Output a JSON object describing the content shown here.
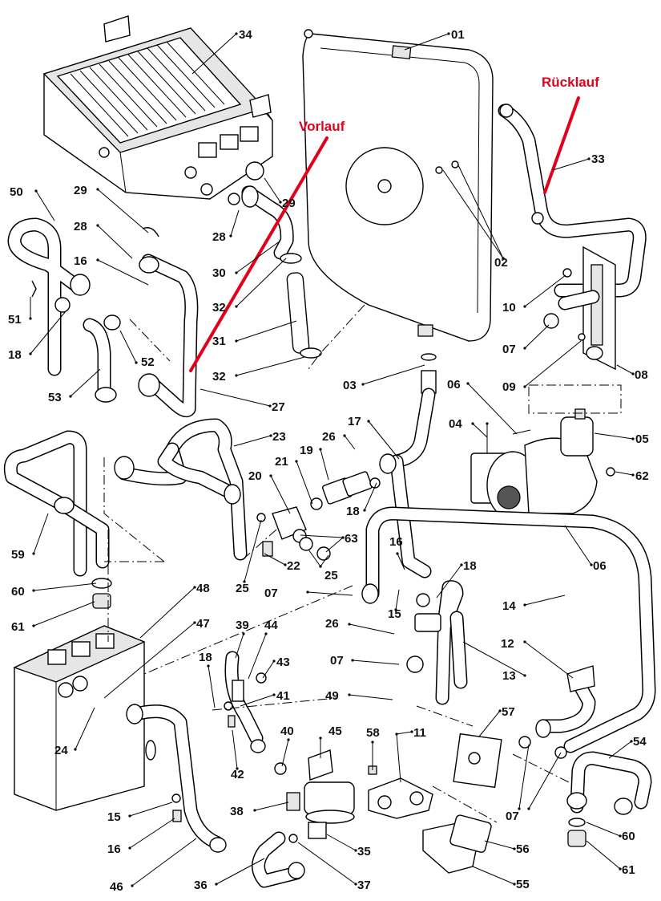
{
  "annotations": {
    "vorlauf": "Vorlauf",
    "ruecklauf": "Rücklauf",
    "annotation_color": "#e3001b"
  },
  "part_labels": {
    "p01": "01",
    "p02": "02",
    "p03": "03",
    "p04": "04",
    "p05": "05",
    "p06a": "06",
    "p06b": "06",
    "p07a": "07",
    "p07b": "07",
    "p07c": "07",
    "p07d": "07",
    "p08": "08",
    "p09": "09",
    "p10": "10",
    "p11": "11",
    "p12": "12",
    "p13": "13",
    "p14": "14",
    "p15a": "15",
    "p15b": "15",
    "p16a": "16",
    "p16b": "16",
    "p16c": "16",
    "p17": "17",
    "p18a": "18",
    "p18b": "18",
    "p18c": "18",
    "p18d": "18",
    "p19": "19",
    "p20": "20",
    "p21": "21",
    "p22": "22",
    "p23": "23",
    "p24": "24",
    "p25a": "25",
    "p25b": "25",
    "p26a": "26",
    "p26b": "26",
    "p27": "27",
    "p28a": "28",
    "p28b": "28",
    "p29a": "29",
    "p29b": "29",
    "p30": "30",
    "p31": "31",
    "p32a": "32",
    "p32b": "32",
    "p33": "33",
    "p34": "34",
    "p35": "35",
    "p36": "36",
    "p37": "37",
    "p38": "38",
    "p39": "39",
    "p40": "40",
    "p41": "41",
    "p42": "42",
    "p43": "43",
    "p44": "44",
    "p45": "45",
    "p46": "46",
    "p47": "47",
    "p48": "48",
    "p49": "49",
    "p50": "50",
    "p51": "51",
    "p52": "52",
    "p53": "53",
    "p54": "54",
    "p55": "55",
    "p56": "56",
    "p57": "57",
    "p58": "58",
    "p59": "59",
    "p60a": "60",
    "p60b": "60",
    "p61a": "61",
    "p61b": "61",
    "p62": "62",
    "p63": "63"
  }
}
